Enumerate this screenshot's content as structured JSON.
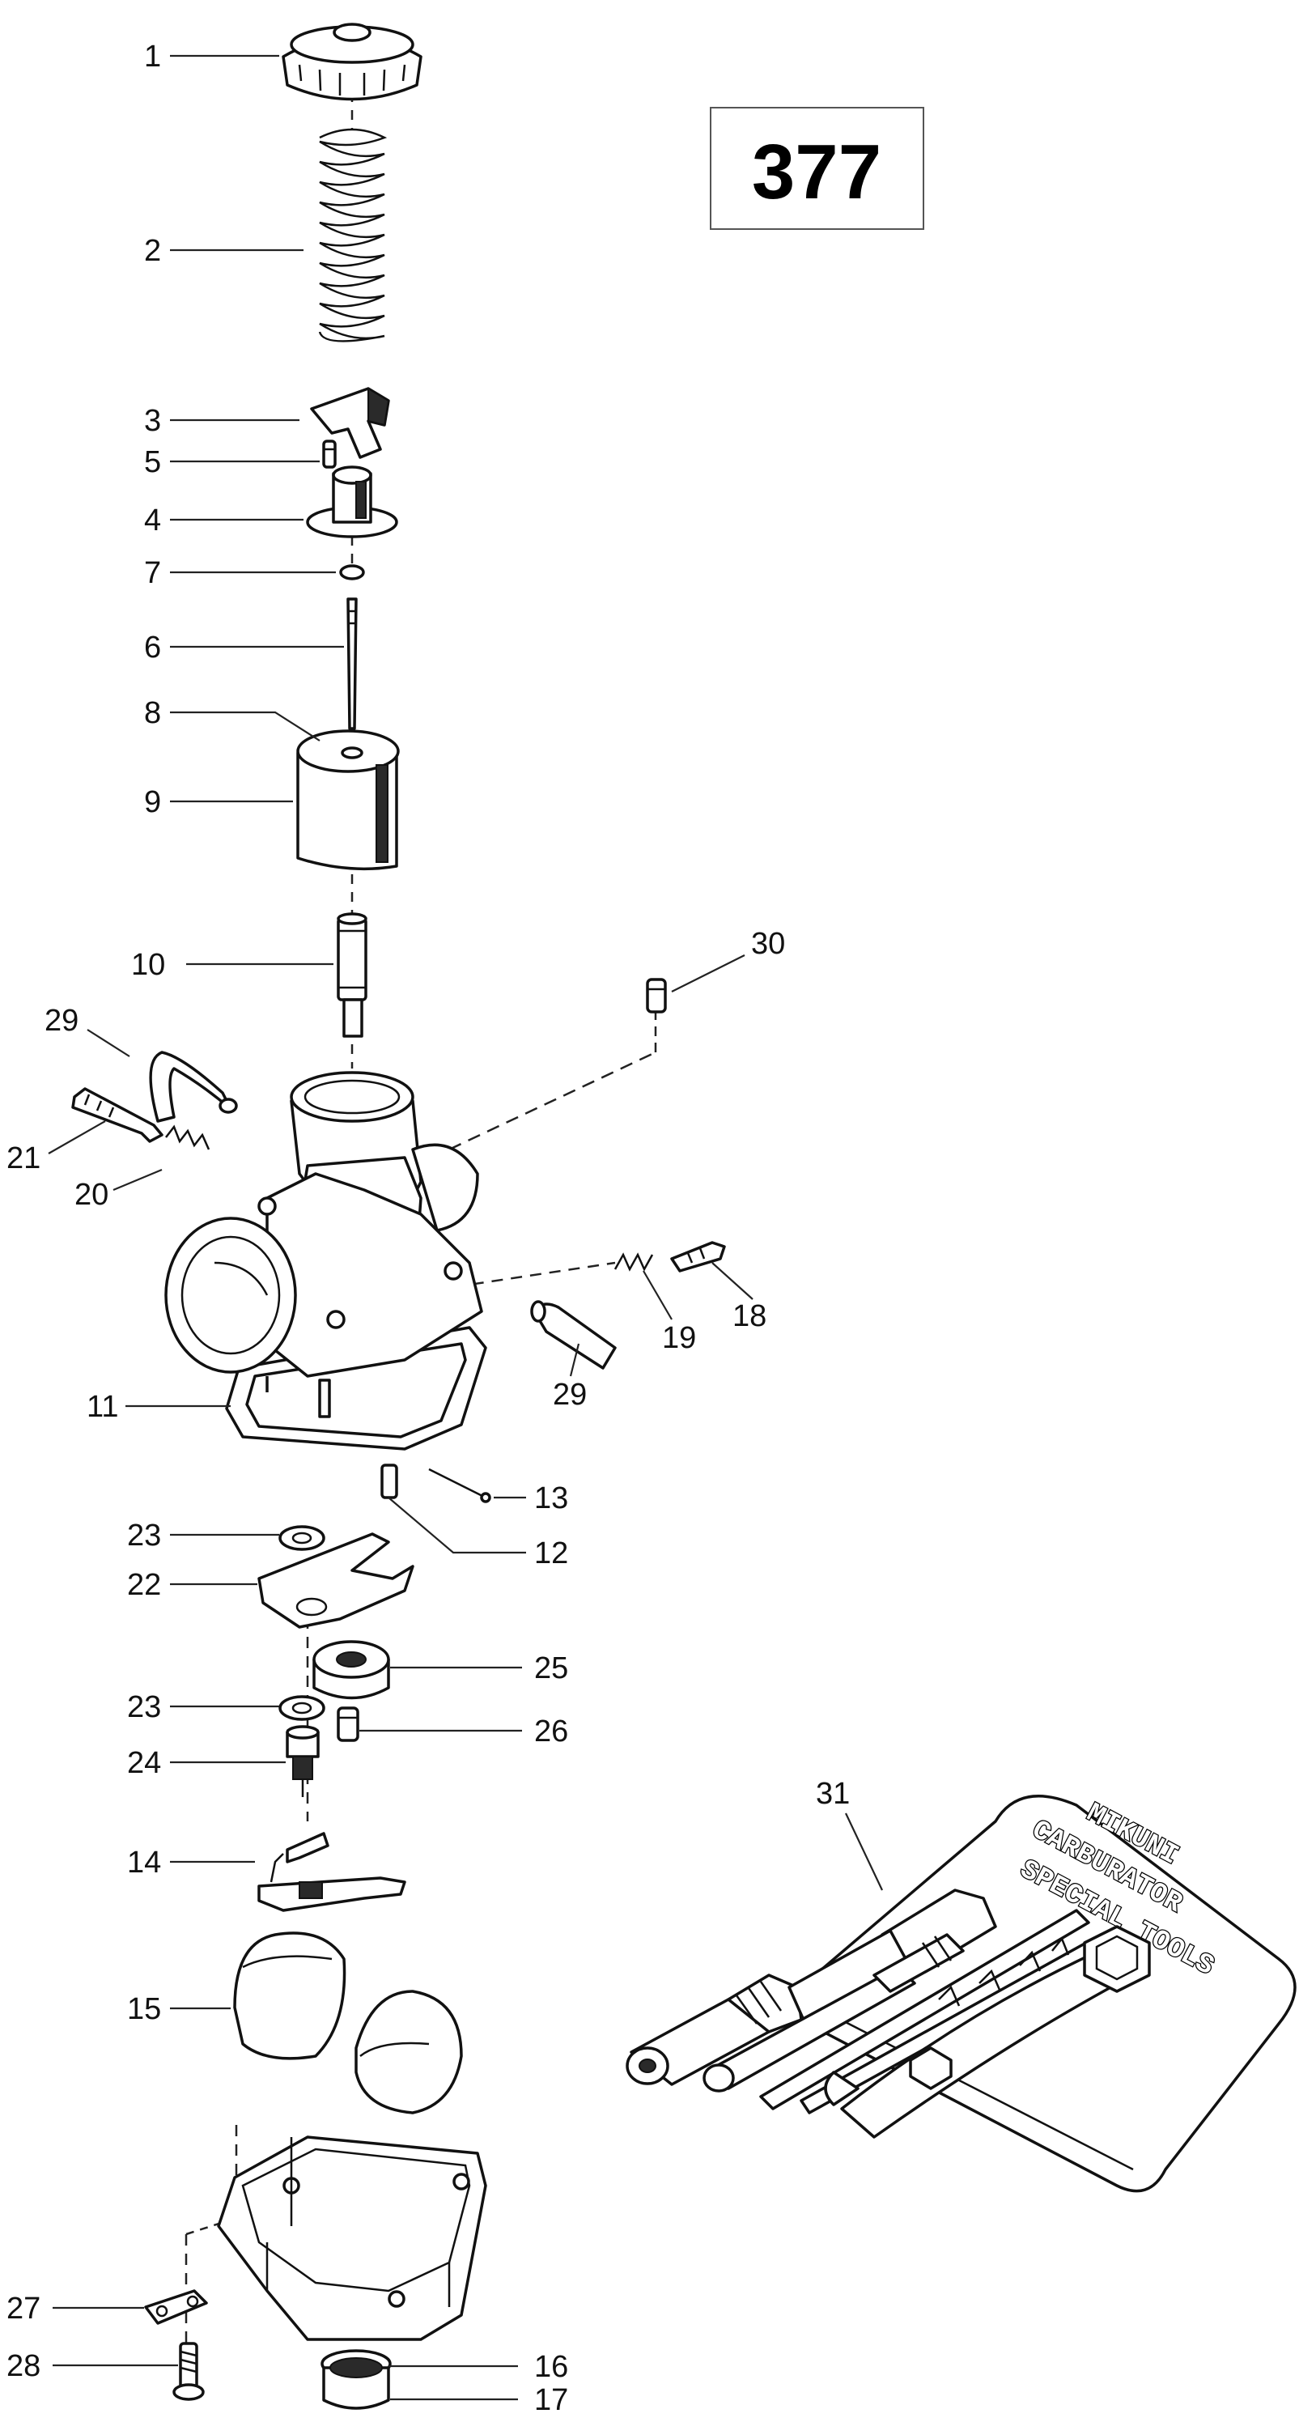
{
  "reference_box": {
    "number": "377"
  },
  "kit_text": {
    "line1": "MIKUNI",
    "line2": "CARBURATOR",
    "line3": "SPECIAL TOOLS"
  },
  "callouts": [
    {
      "id": "callout-1",
      "label": "1"
    },
    {
      "id": "callout-2",
      "label": "2"
    },
    {
      "id": "callout-3",
      "label": "3"
    },
    {
      "id": "callout-5",
      "label": "5"
    },
    {
      "id": "callout-4",
      "label": "4"
    },
    {
      "id": "callout-7",
      "label": "7"
    },
    {
      "id": "callout-6",
      "label": "6"
    },
    {
      "id": "callout-8",
      "label": "8"
    },
    {
      "id": "callout-9",
      "label": "9"
    },
    {
      "id": "callout-10",
      "label": "10"
    },
    {
      "id": "callout-30",
      "label": "30"
    },
    {
      "id": "callout-29a",
      "label": "29"
    },
    {
      "id": "callout-21",
      "label": "21"
    },
    {
      "id": "callout-20",
      "label": "20"
    },
    {
      "id": "callout-18",
      "label": "18"
    },
    {
      "id": "callout-19",
      "label": "19"
    },
    {
      "id": "callout-29b",
      "label": "29"
    },
    {
      "id": "callout-11",
      "label": "11"
    },
    {
      "id": "callout-13",
      "label": "13"
    },
    {
      "id": "callout-12",
      "label": "12"
    },
    {
      "id": "callout-23a",
      "label": "23"
    },
    {
      "id": "callout-22",
      "label": "22"
    },
    {
      "id": "callout-25",
      "label": "25"
    },
    {
      "id": "callout-23b",
      "label": "23"
    },
    {
      "id": "callout-26",
      "label": "26"
    },
    {
      "id": "callout-24",
      "label": "24"
    },
    {
      "id": "callout-31",
      "label": "31"
    },
    {
      "id": "callout-14",
      "label": "14"
    },
    {
      "id": "callout-15",
      "label": "15"
    },
    {
      "id": "callout-27",
      "label": "27"
    },
    {
      "id": "callout-16",
      "label": "16"
    },
    {
      "id": "callout-28",
      "label": "28"
    },
    {
      "id": "callout-17",
      "label": "17"
    }
  ]
}
